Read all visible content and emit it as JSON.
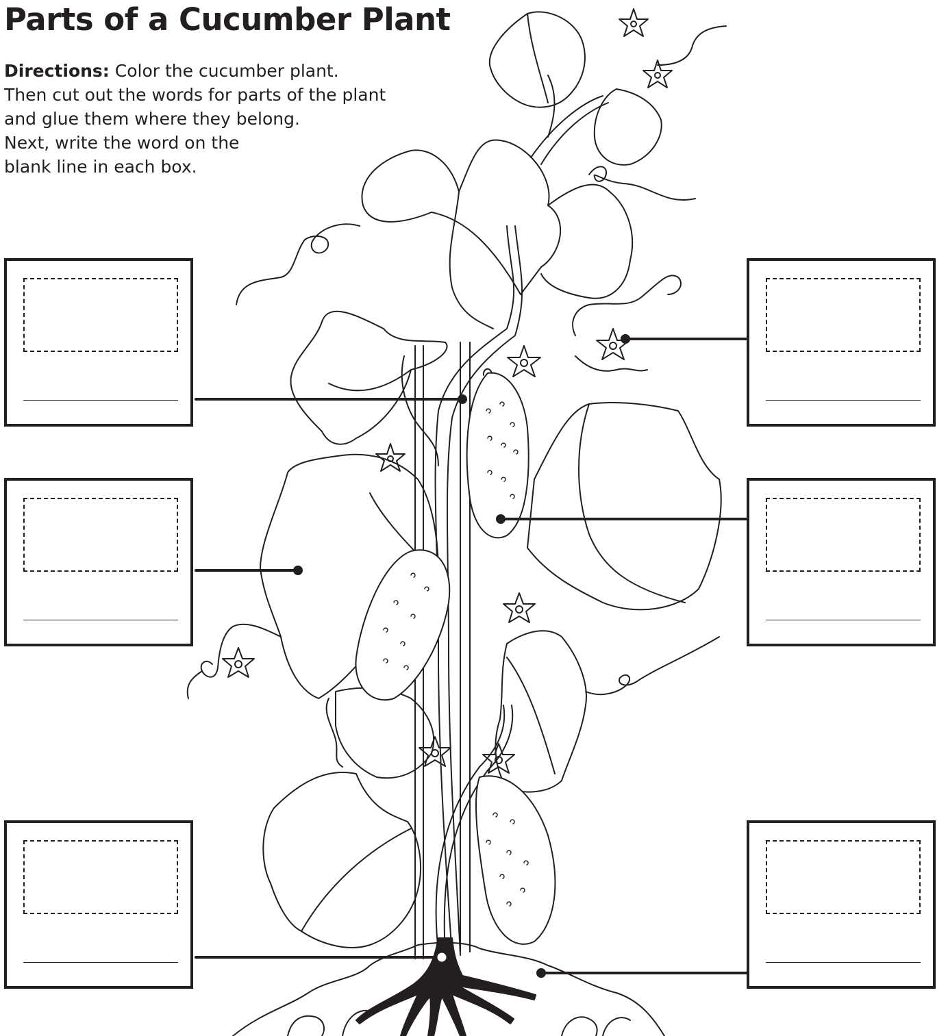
{
  "worksheet": {
    "title": "Parts of a Cucumber Plant",
    "directions": {
      "lead": "Directions:",
      "lines": [
        "Color the cucumber plant.",
        "Then cut out the words for parts of the plant",
        "and glue them where they belong.",
        "Next, write the word on the",
        "blank line in each box."
      ]
    }
  },
  "label_boxes": [
    {
      "side": "left",
      "points_to": "stem"
    },
    {
      "side": "left",
      "points_to": "leaf"
    },
    {
      "side": "left",
      "points_to": "roots"
    },
    {
      "side": "right",
      "points_to": "flower"
    },
    {
      "side": "right",
      "points_to": "fruit"
    },
    {
      "side": "right",
      "points_to": "soil"
    }
  ],
  "colors": {
    "ink": "#231f20",
    "paper": "#ffffff"
  }
}
